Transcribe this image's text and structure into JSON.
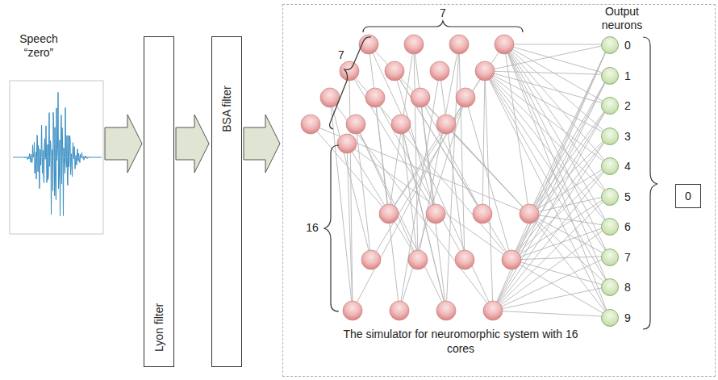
{
  "diagram": {
    "caption": "The simulator for neuromorphic system with 16 cores",
    "nodes": [
      {
        "text": [
          "Lyon filter"
        ]
      },
      {
        "text": [
          "BSA filter"
        ]
      },
      {
        "text": [
          "The simulator for neuromorphic system with 16 cores"
        ]
      },
      {
        "text": [
          "0"
        ],
        "in": 2
      },
      {
        "text": [
          "1"
        ],
        "in": 2
      },
      {
        "text": [
          "2"
        ],
        "in": 2
      },
      {
        "text": [
          "3"
        ],
        "in": 2
      },
      {
        "text": [
          "4"
        ],
        "in": 2
      },
      {
        "text": [
          "5"
        ],
        "in": 2
      },
      {
        "text": [
          "6"
        ],
        "in": 2
      },
      {
        "text": [
          "7"
        ],
        "in": 2
      },
      {
        "text": [
          "8"
        ],
        "in": 2
      },
      {
        "text": [
          "9"
        ],
        "in": 2
      },
      {
        "text": [
          "0"
        ],
        "in": 2
      }
    ],
    "edges": [
      {
        "from": 0,
        "to": 1,
        "arrow": "to"
      },
      {
        "from": 1,
        "to": 2,
        "arrow": "to"
      }
    ],
    "labels": [
      "Speech “zero”",
      "7",
      "7",
      "16",
      "Output neurons"
    ]
  }
}
